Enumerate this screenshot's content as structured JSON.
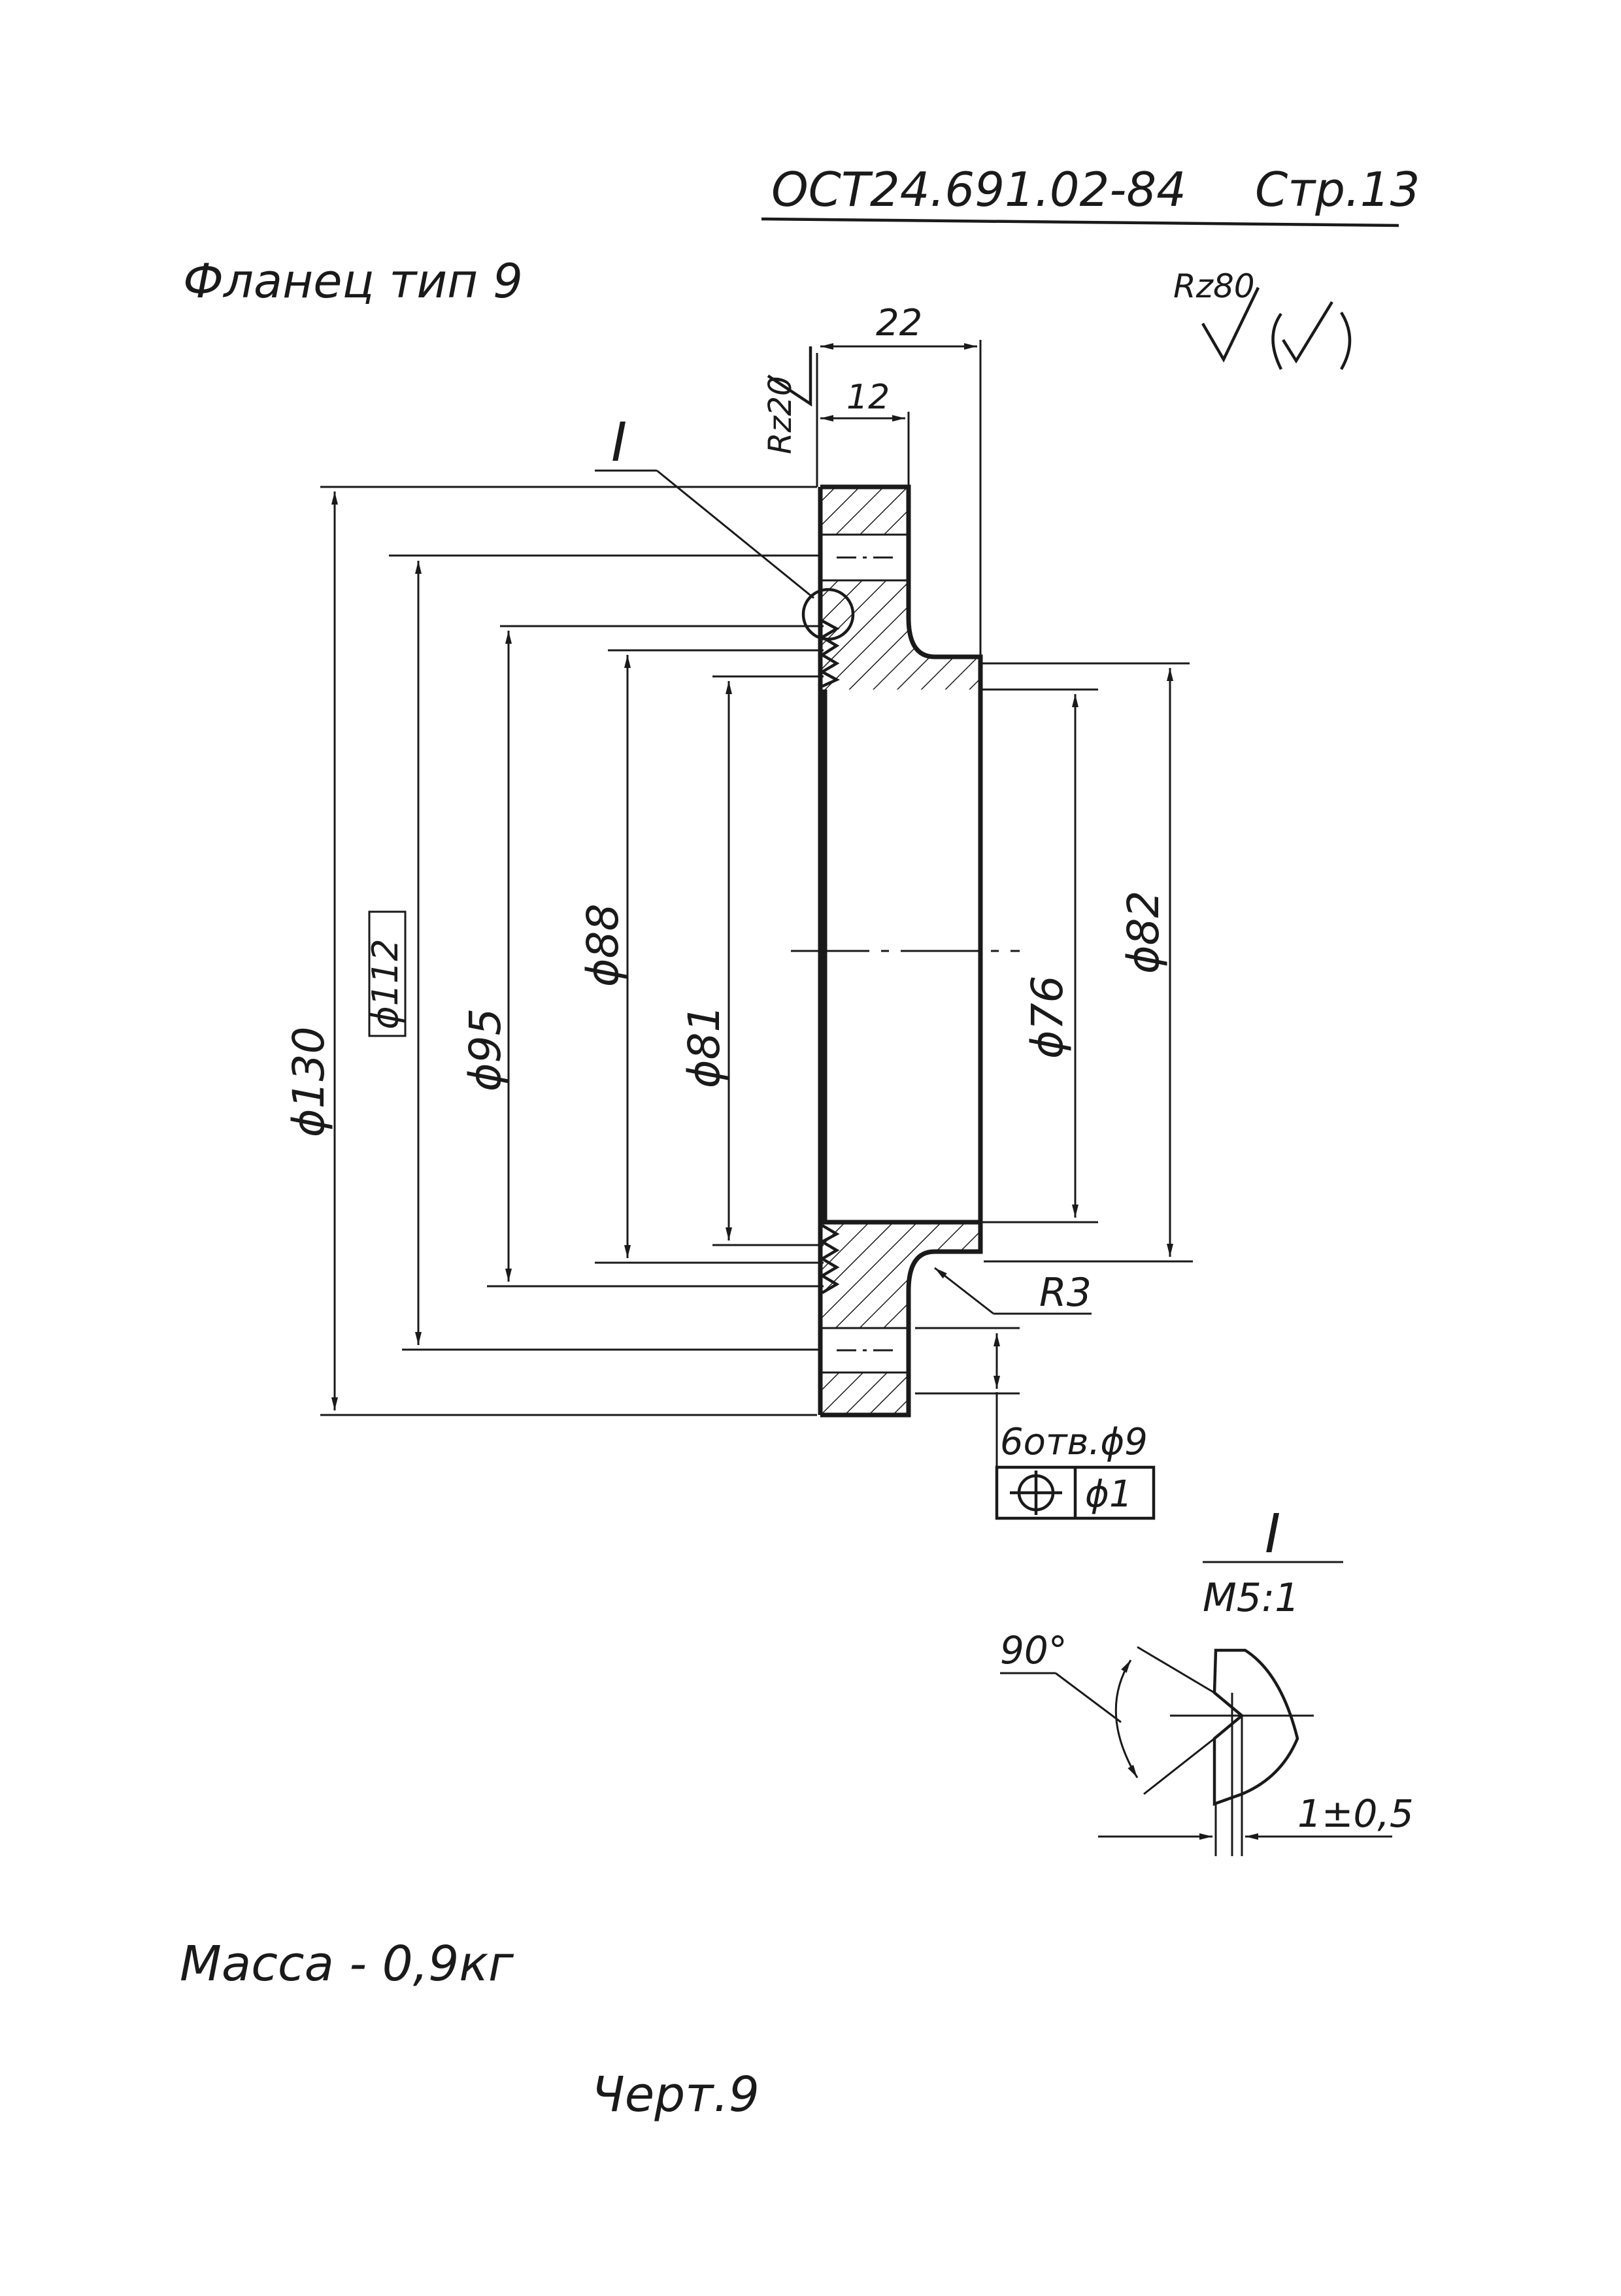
{
  "header": {
    "standard": "ОСТ24.691.02-84",
    "page": "Стр.13"
  },
  "title": "Фланец тип 9",
  "roughness": {
    "general": "Rz80",
    "face": "Rz20"
  },
  "dimensions": {
    "width_total": "22",
    "width_flange": "12",
    "d130": "ϕ130",
    "d112": "ϕ112",
    "d95": "ϕ95",
    "d88": "ϕ88",
    "d81": "ϕ81",
    "d76": "ϕ76",
    "d82": "ϕ82",
    "radius": "R3"
  },
  "holes": {
    "callout": "6отв.ϕ9",
    "position_tolerance": "ϕ1"
  },
  "detail": {
    "label": "I",
    "scale": "М5:1",
    "angle": "90°",
    "offset": "1±0,5"
  },
  "mass": "Масса - 0,9кг",
  "drawing_number": "Черт.9"
}
